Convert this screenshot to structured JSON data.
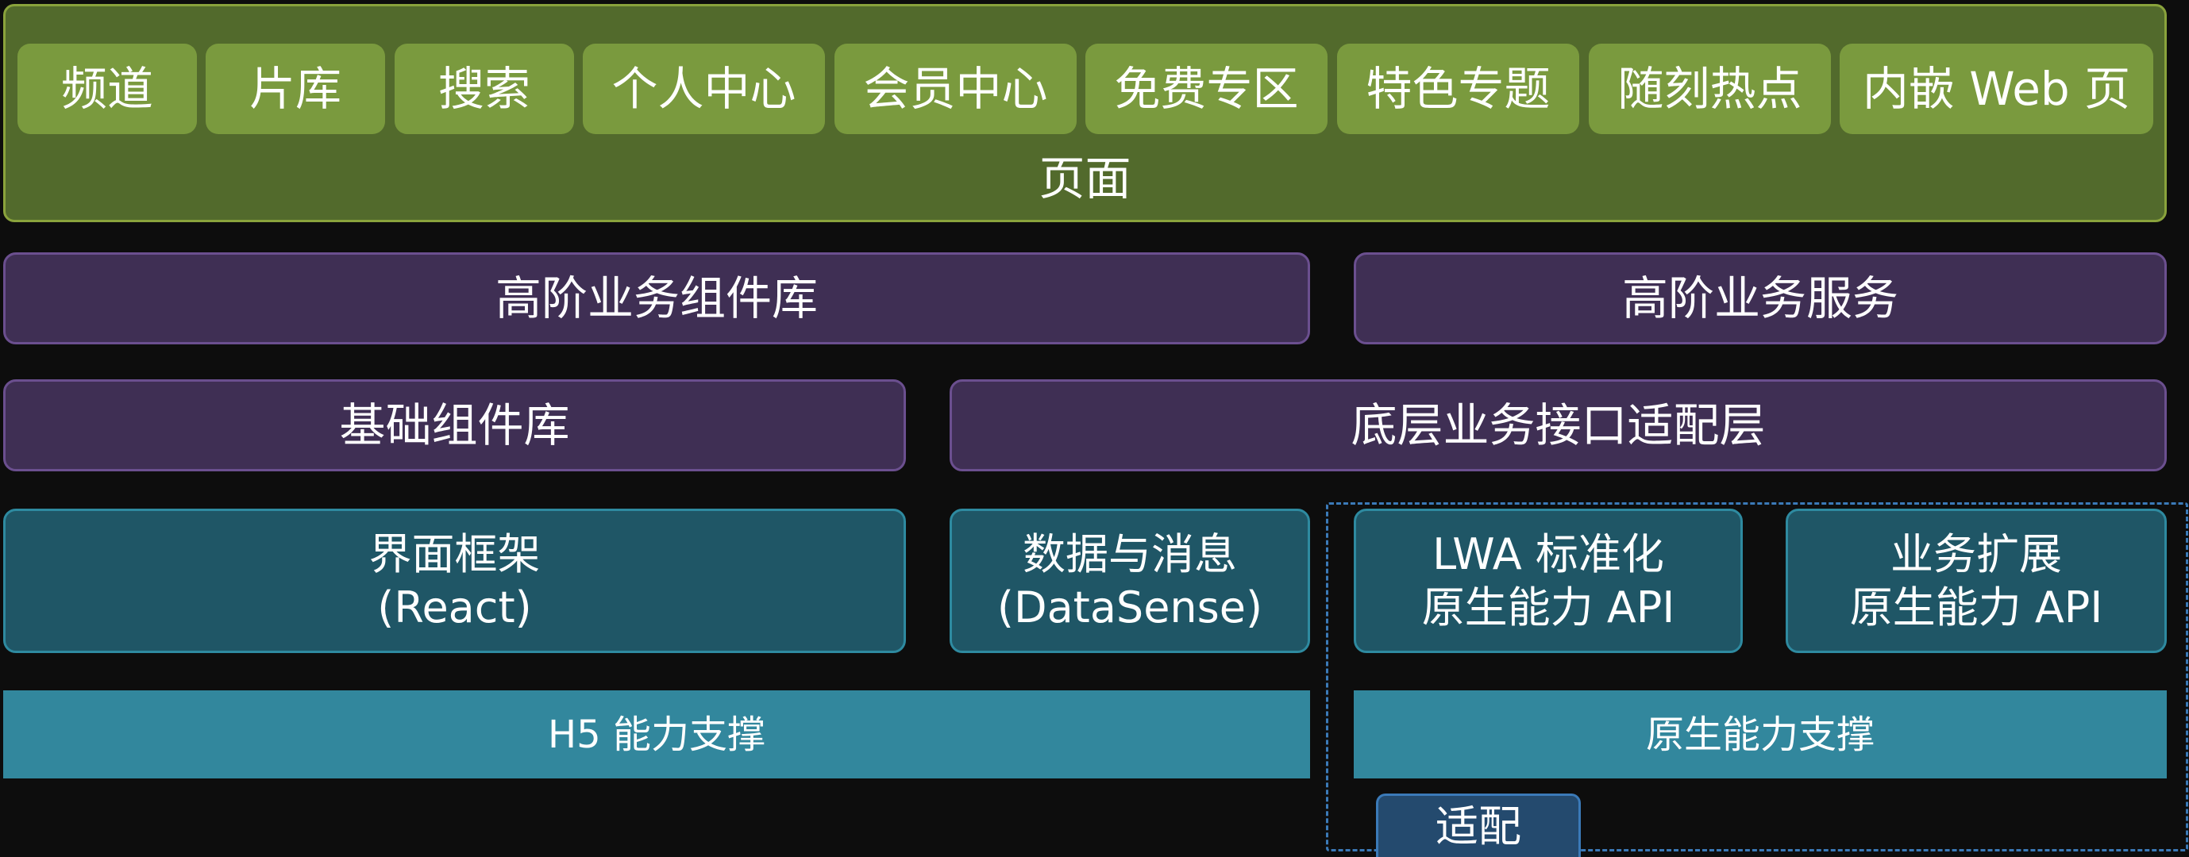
{
  "page_layer": {
    "items": [
      "频道",
      "片库",
      "搜索",
      "个人中心",
      "会员中心",
      "免费专区",
      "特色专题",
      "随刻热点",
      "内嵌 Web 页"
    ],
    "caption": "页面"
  },
  "business": {
    "component_lib": "高阶业务组件库",
    "service": "高阶业务服务"
  },
  "base": {
    "component_lib": "基础组件库",
    "adapter_layer": "底层业务接口适配层"
  },
  "framework": {
    "ui_title": "界面框架",
    "ui_sub": "(React)",
    "data_title": "数据与消息",
    "data_sub": "(DataSense)",
    "lwa_title": "LWA 标准化",
    "lwa_sub": "原生能力 API",
    "ext_title": "业务扩展",
    "ext_sub": "原生能力 API"
  },
  "support": {
    "h5": "H5 能力支撑",
    "native": "原生能力支撑"
  },
  "adapt": "适配",
  "colors": {
    "page_layer": "#526a2c",
    "page_item": "#7a9a3e",
    "purple_layer": "#3f2f54",
    "teal_layer": "#1f5666",
    "support_bar": "#32879d",
    "native_border": "#3b7ab8",
    "background": "#0d0d0d"
  }
}
